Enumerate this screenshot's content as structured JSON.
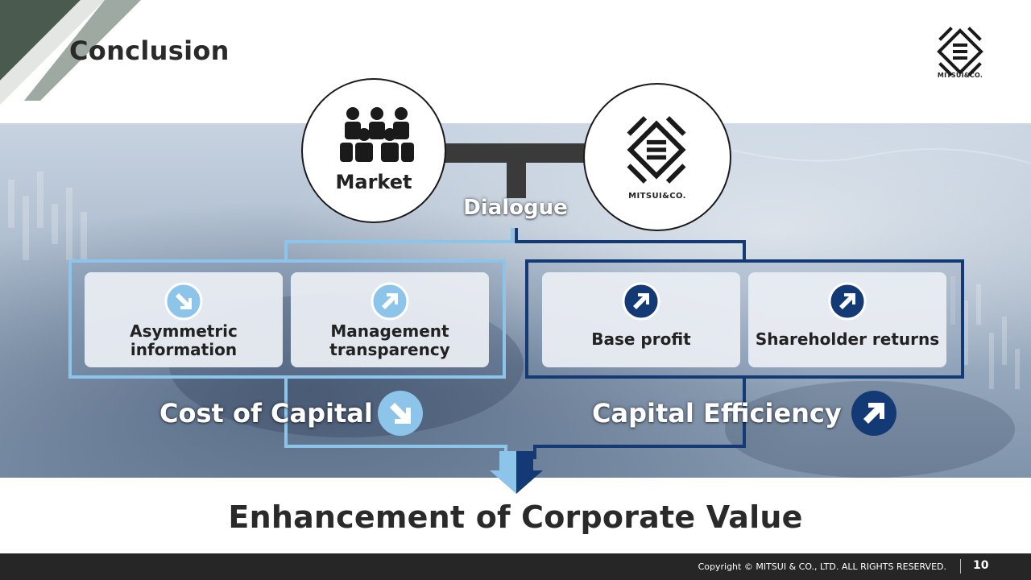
{
  "header": {
    "title": "Conclusion",
    "logo_text": "MITSUI&CO."
  },
  "dialogue": {
    "market_label": "Market",
    "company_label": "MITSUI&CO.",
    "connector_label": "Dialogue"
  },
  "cost_of_capital": {
    "title": "Cost of Capital",
    "direction": "down",
    "color": "#8cc4ea",
    "cards": [
      {
        "line1": "Asymmetric",
        "line2": "information",
        "direction": "down"
      },
      {
        "line1": "Management",
        "line2": "transparency",
        "direction": "up"
      }
    ]
  },
  "capital_efficiency": {
    "title": "Capital Efficiency",
    "direction": "up",
    "color": "#133a75",
    "cards": [
      {
        "label": "Base profit",
        "direction": "up"
      },
      {
        "label": "Shareholder returns",
        "direction": "up"
      }
    ]
  },
  "result": {
    "text": "Enhancement of Corporate Value"
  },
  "footer": {
    "copyright": "Copyright © MITSUI & CO., LTD. ALL RIGHTS RESERVED.",
    "page_number": "10"
  }
}
